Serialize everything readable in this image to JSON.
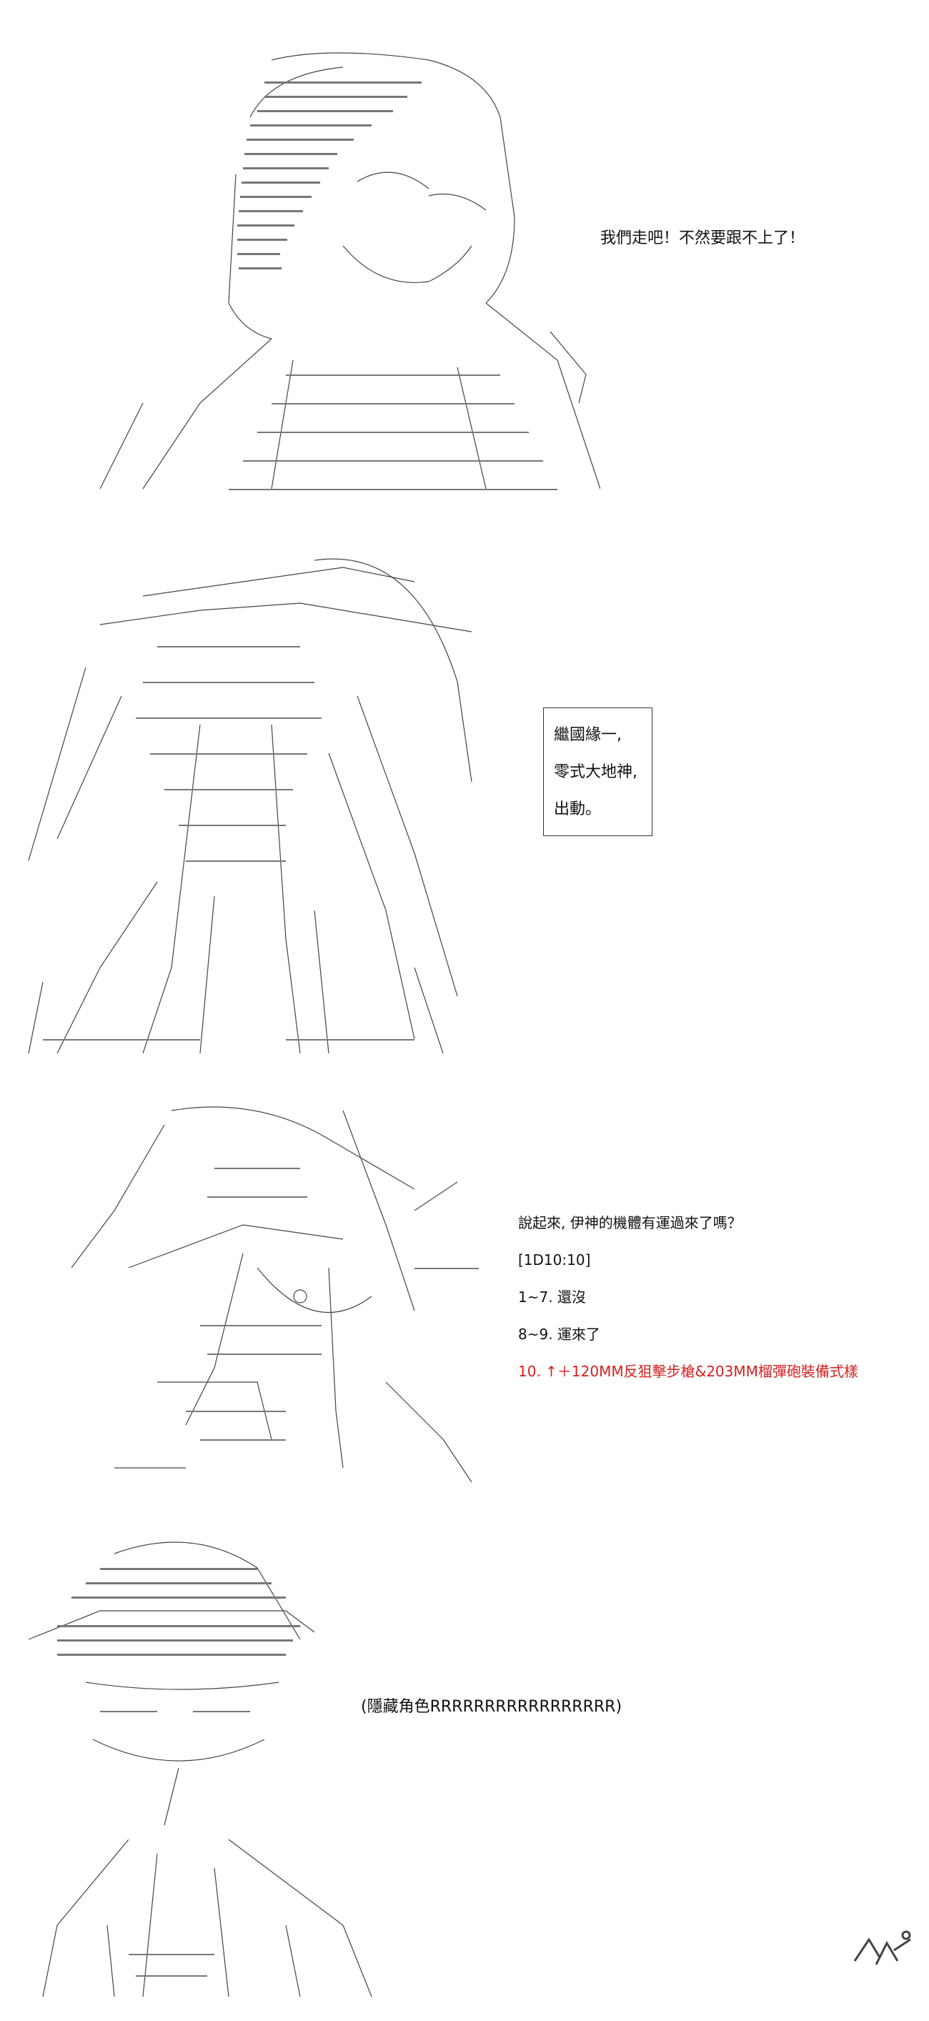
{
  "panels": [
    {
      "dialogue": "我們走吧！不然要跟不上了！"
    },
    {
      "box_lines": [
        "繼國緣一,",
        "零式大地神,",
        "出動。"
      ]
    },
    {
      "dice": {
        "question": "說起來, 伊神的機體有運過來了嗎？",
        "roll": "[1D10:10]",
        "options": [
          "1~7. 還沒",
          "8~9. 運來了",
          "10. ↑＋120MM反狙擊步槍&203MM榴彈砲裝備式樣"
        ],
        "highlight_color": "#d61f1f"
      }
    },
    {
      "dialogue": "(隱藏角色RRRRRRRRRRRRRRRRR)"
    }
  ],
  "watermark_icon": "site-logo-icon"
}
